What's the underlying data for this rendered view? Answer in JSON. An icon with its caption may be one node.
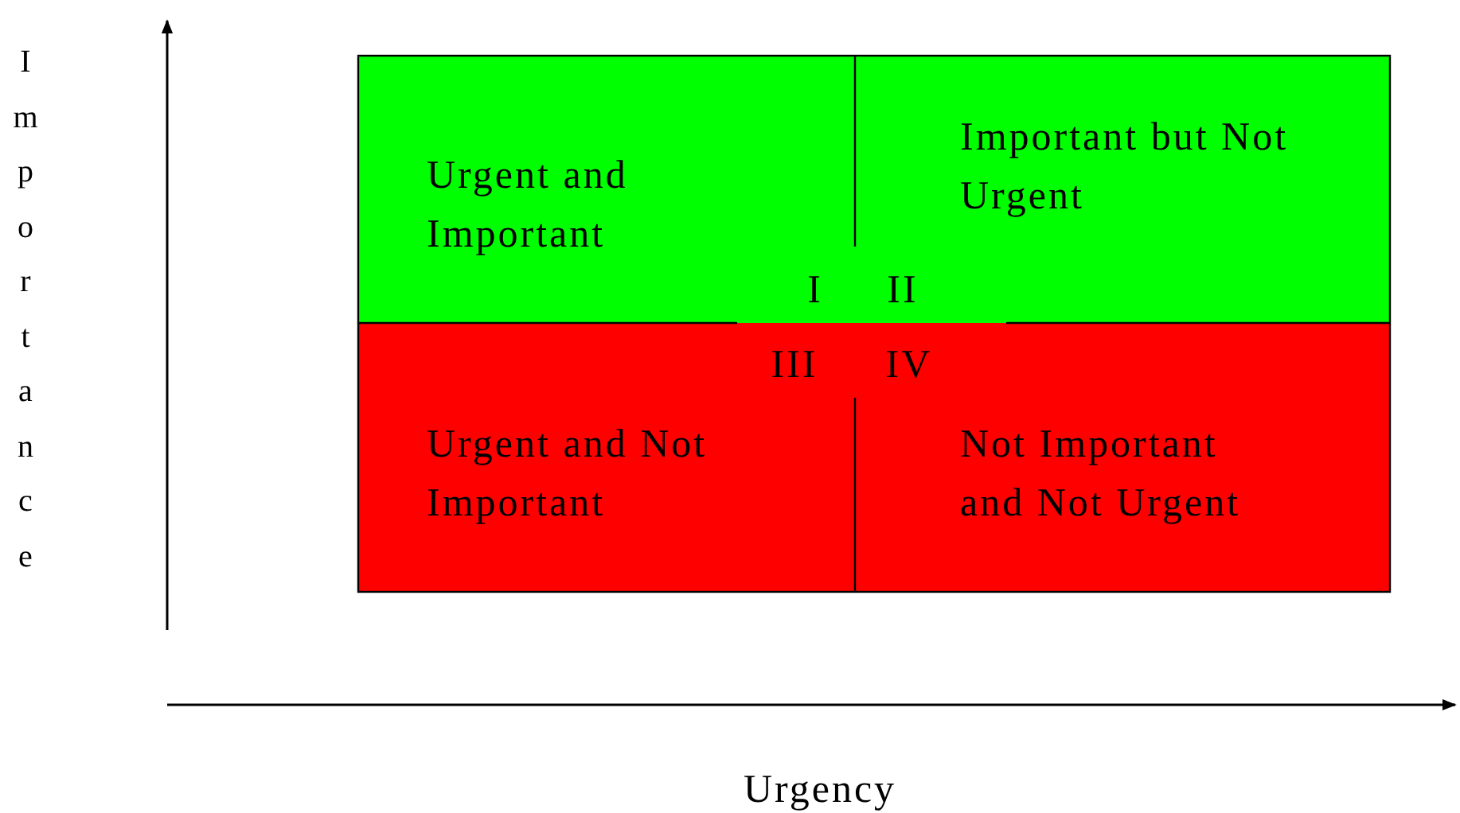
{
  "diagram": {
    "nodes": [
      {
        "text": [
          "Urgent and Important"
        ]
      },
      {
        "text": [
          "Important but Not Urgent"
        ]
      },
      {
        "text": [
          "Urgent and Not Important"
        ]
      },
      {
        "text": [
          "Not Important and Not Urgent"
        ]
      }
    ],
    "labels": [
      "Importance",
      "I",
      "II",
      "III",
      "IV",
      "Urgency"
    ]
  }
}
